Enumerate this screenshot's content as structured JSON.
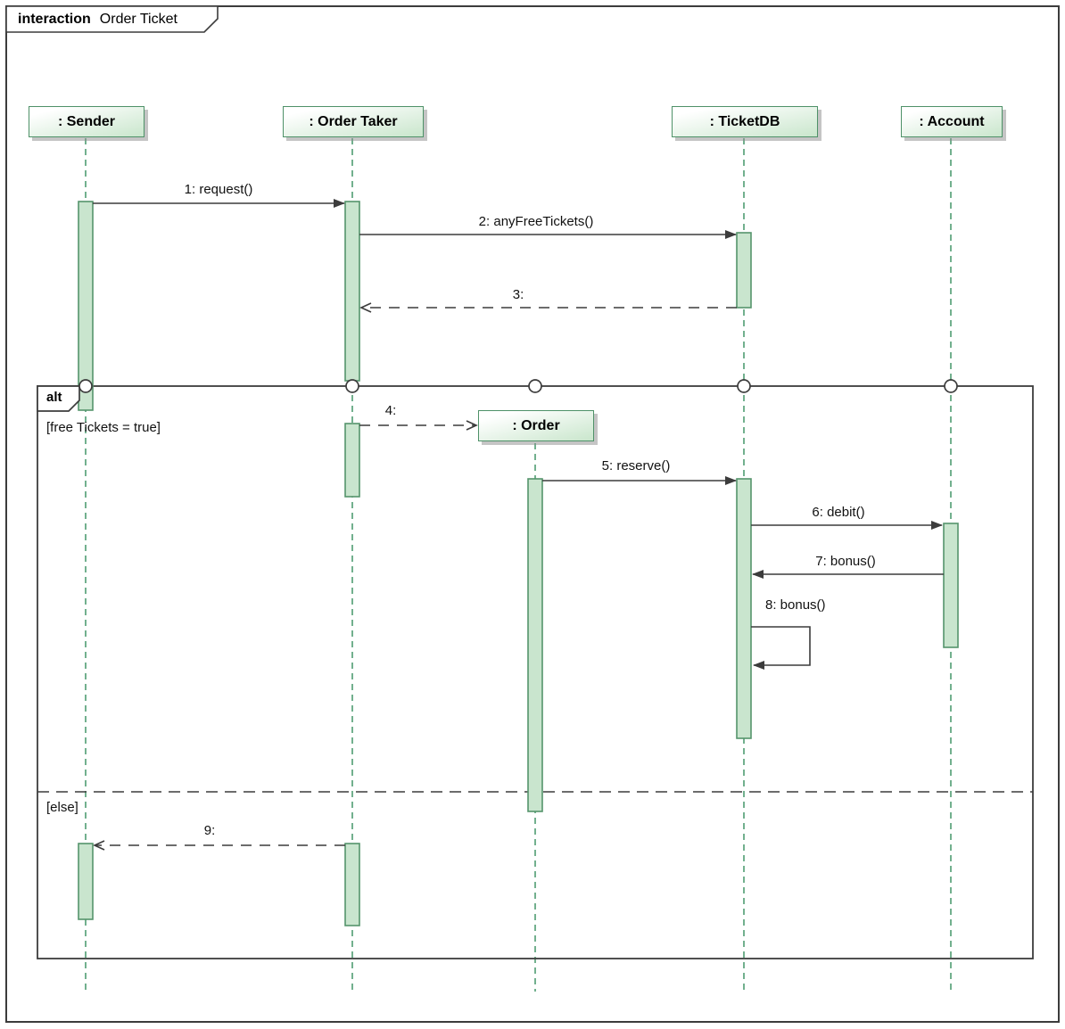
{
  "frame": {
    "keyword": "interaction",
    "title": "Order Ticket"
  },
  "lifelines": [
    {
      "label": ": Sender"
    },
    {
      "label": ": Order Taker"
    },
    {
      "label": ": TicketDB"
    },
    {
      "label": ": Account"
    }
  ],
  "created_lifeline": {
    "label": ": Order"
  },
  "fragment": {
    "operator": "alt",
    "guard_true": "[free Tickets = true]",
    "guard_else": "[else]"
  },
  "messages": [
    {
      "label": "1: request()",
      "from": ": Sender",
      "to": ": Order Taker",
      "kind": "sync"
    },
    {
      "label": "2: anyFreeTickets()",
      "from": ": Order Taker",
      "to": ": TicketDB",
      "kind": "sync"
    },
    {
      "label": "3:",
      "from": ": TicketDB",
      "to": ": Order Taker",
      "kind": "reply"
    },
    {
      "label": "4:",
      "from": ": Order Taker",
      "to": ": Order",
      "kind": "create"
    },
    {
      "label": "5: reserve()",
      "from": ": Order",
      "to": ": TicketDB",
      "kind": "sync"
    },
    {
      "label": "6: debit()",
      "from": ": TicketDB",
      "to": ": Account",
      "kind": "sync"
    },
    {
      "label": "7: bonus()",
      "from": ": Account",
      "to": ": TicketDB",
      "kind": "sync"
    },
    {
      "label": "8: bonus()",
      "from": ": TicketDB",
      "to": ": TicketDB",
      "kind": "self"
    },
    {
      "label": "9:",
      "from": ": Order Taker",
      "to": ": Sender",
      "kind": "reply"
    }
  ],
  "colors": {
    "border_green": "#4e9168",
    "activation_fill": "#c9e5ce",
    "lifeline_green": "#4f9d72",
    "frame_dark": "#3c3c3c",
    "head_gradient_end": "#c9e6cc"
  }
}
